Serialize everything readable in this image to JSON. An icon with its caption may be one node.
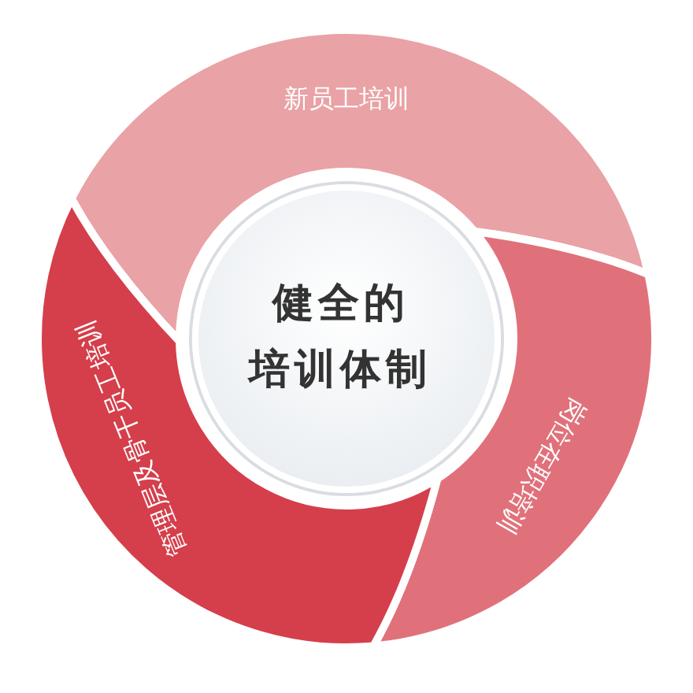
{
  "diagram": {
    "nodes": [
      {
        "text": [
          "新员工培训"
        ]
      },
      {
        "text": [
          "岗位在职培训"
        ]
      },
      {
        "text": [
          "管理层及骨干员工培训"
        ]
      },
      {
        "text": [
          "健全的培训体制"
        ]
      }
    ]
  }
}
